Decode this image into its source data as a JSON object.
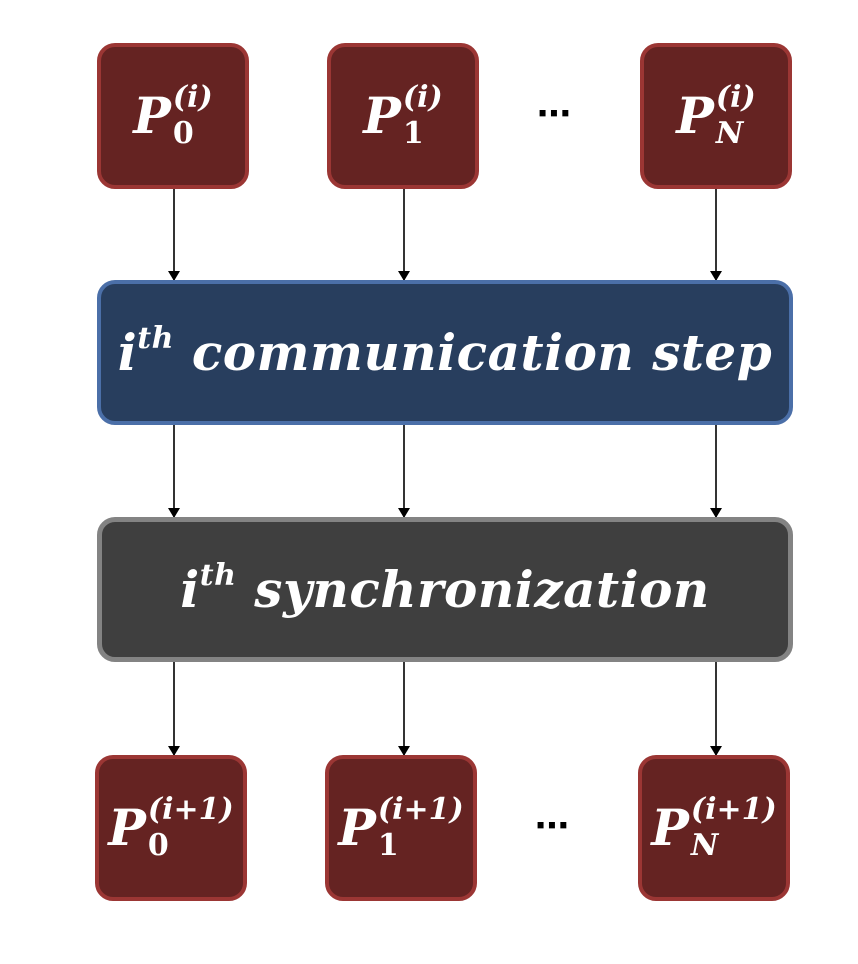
{
  "top_row": [
    {
      "base": "P",
      "sub": "0",
      "sup": "(i)"
    },
    {
      "base": "P",
      "sub": "1",
      "sup": "(i)"
    },
    {
      "base": "P",
      "sub": "N",
      "sup": "(i)"
    }
  ],
  "top_ellipsis": "⋯",
  "communication": {
    "base": "i",
    "sup": "th",
    "text": " communication step"
  },
  "synchronization": {
    "base": "i",
    "sup": "th",
    "text": " synchronization"
  },
  "bottom_row": [
    {
      "base": "P",
      "sub": "0",
      "sup": "(i+1)"
    },
    {
      "base": "P",
      "sub": "1",
      "sup": "(i+1)"
    },
    {
      "base": "P",
      "sub": "N",
      "sup": "(i+1)"
    }
  ],
  "bottom_ellipsis": "⋯",
  "colors": {
    "process_fill": "#652322",
    "process_border": "#9b3634",
    "communication_fill": "#283e5e",
    "communication_border": "#4b6fa8",
    "sync_fill": "#3f3f3f",
    "sync_border": "#838383",
    "arrow": "#000000"
  }
}
